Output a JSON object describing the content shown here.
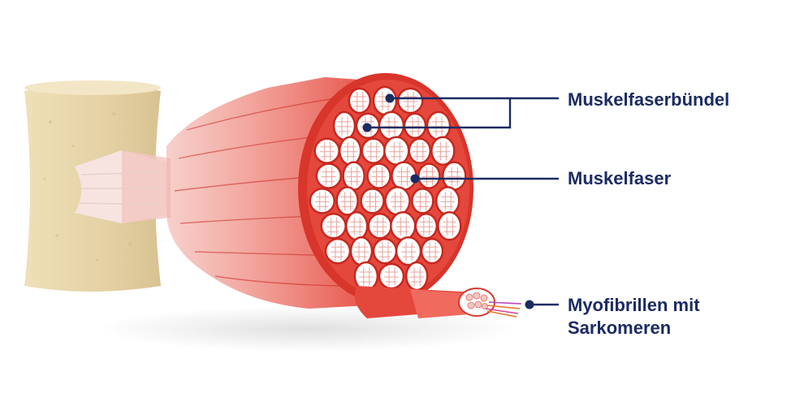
{
  "labels": {
    "muscle_fiber_bundle": "Muskelfaserbündel",
    "muscle_fiber": "Muskelfaser",
    "myofibrils_line1": "Myofibrillen mit",
    "myofibrils_line2": "Sarkomeren"
  },
  "colors": {
    "label_text": "#1b2b63",
    "leader_line": "#1b2b63",
    "muscle_red": "#e8463a",
    "muscle_dark": "#c92a22",
    "bone": "#e7d6ad",
    "tendon": "#f6e0dc"
  }
}
